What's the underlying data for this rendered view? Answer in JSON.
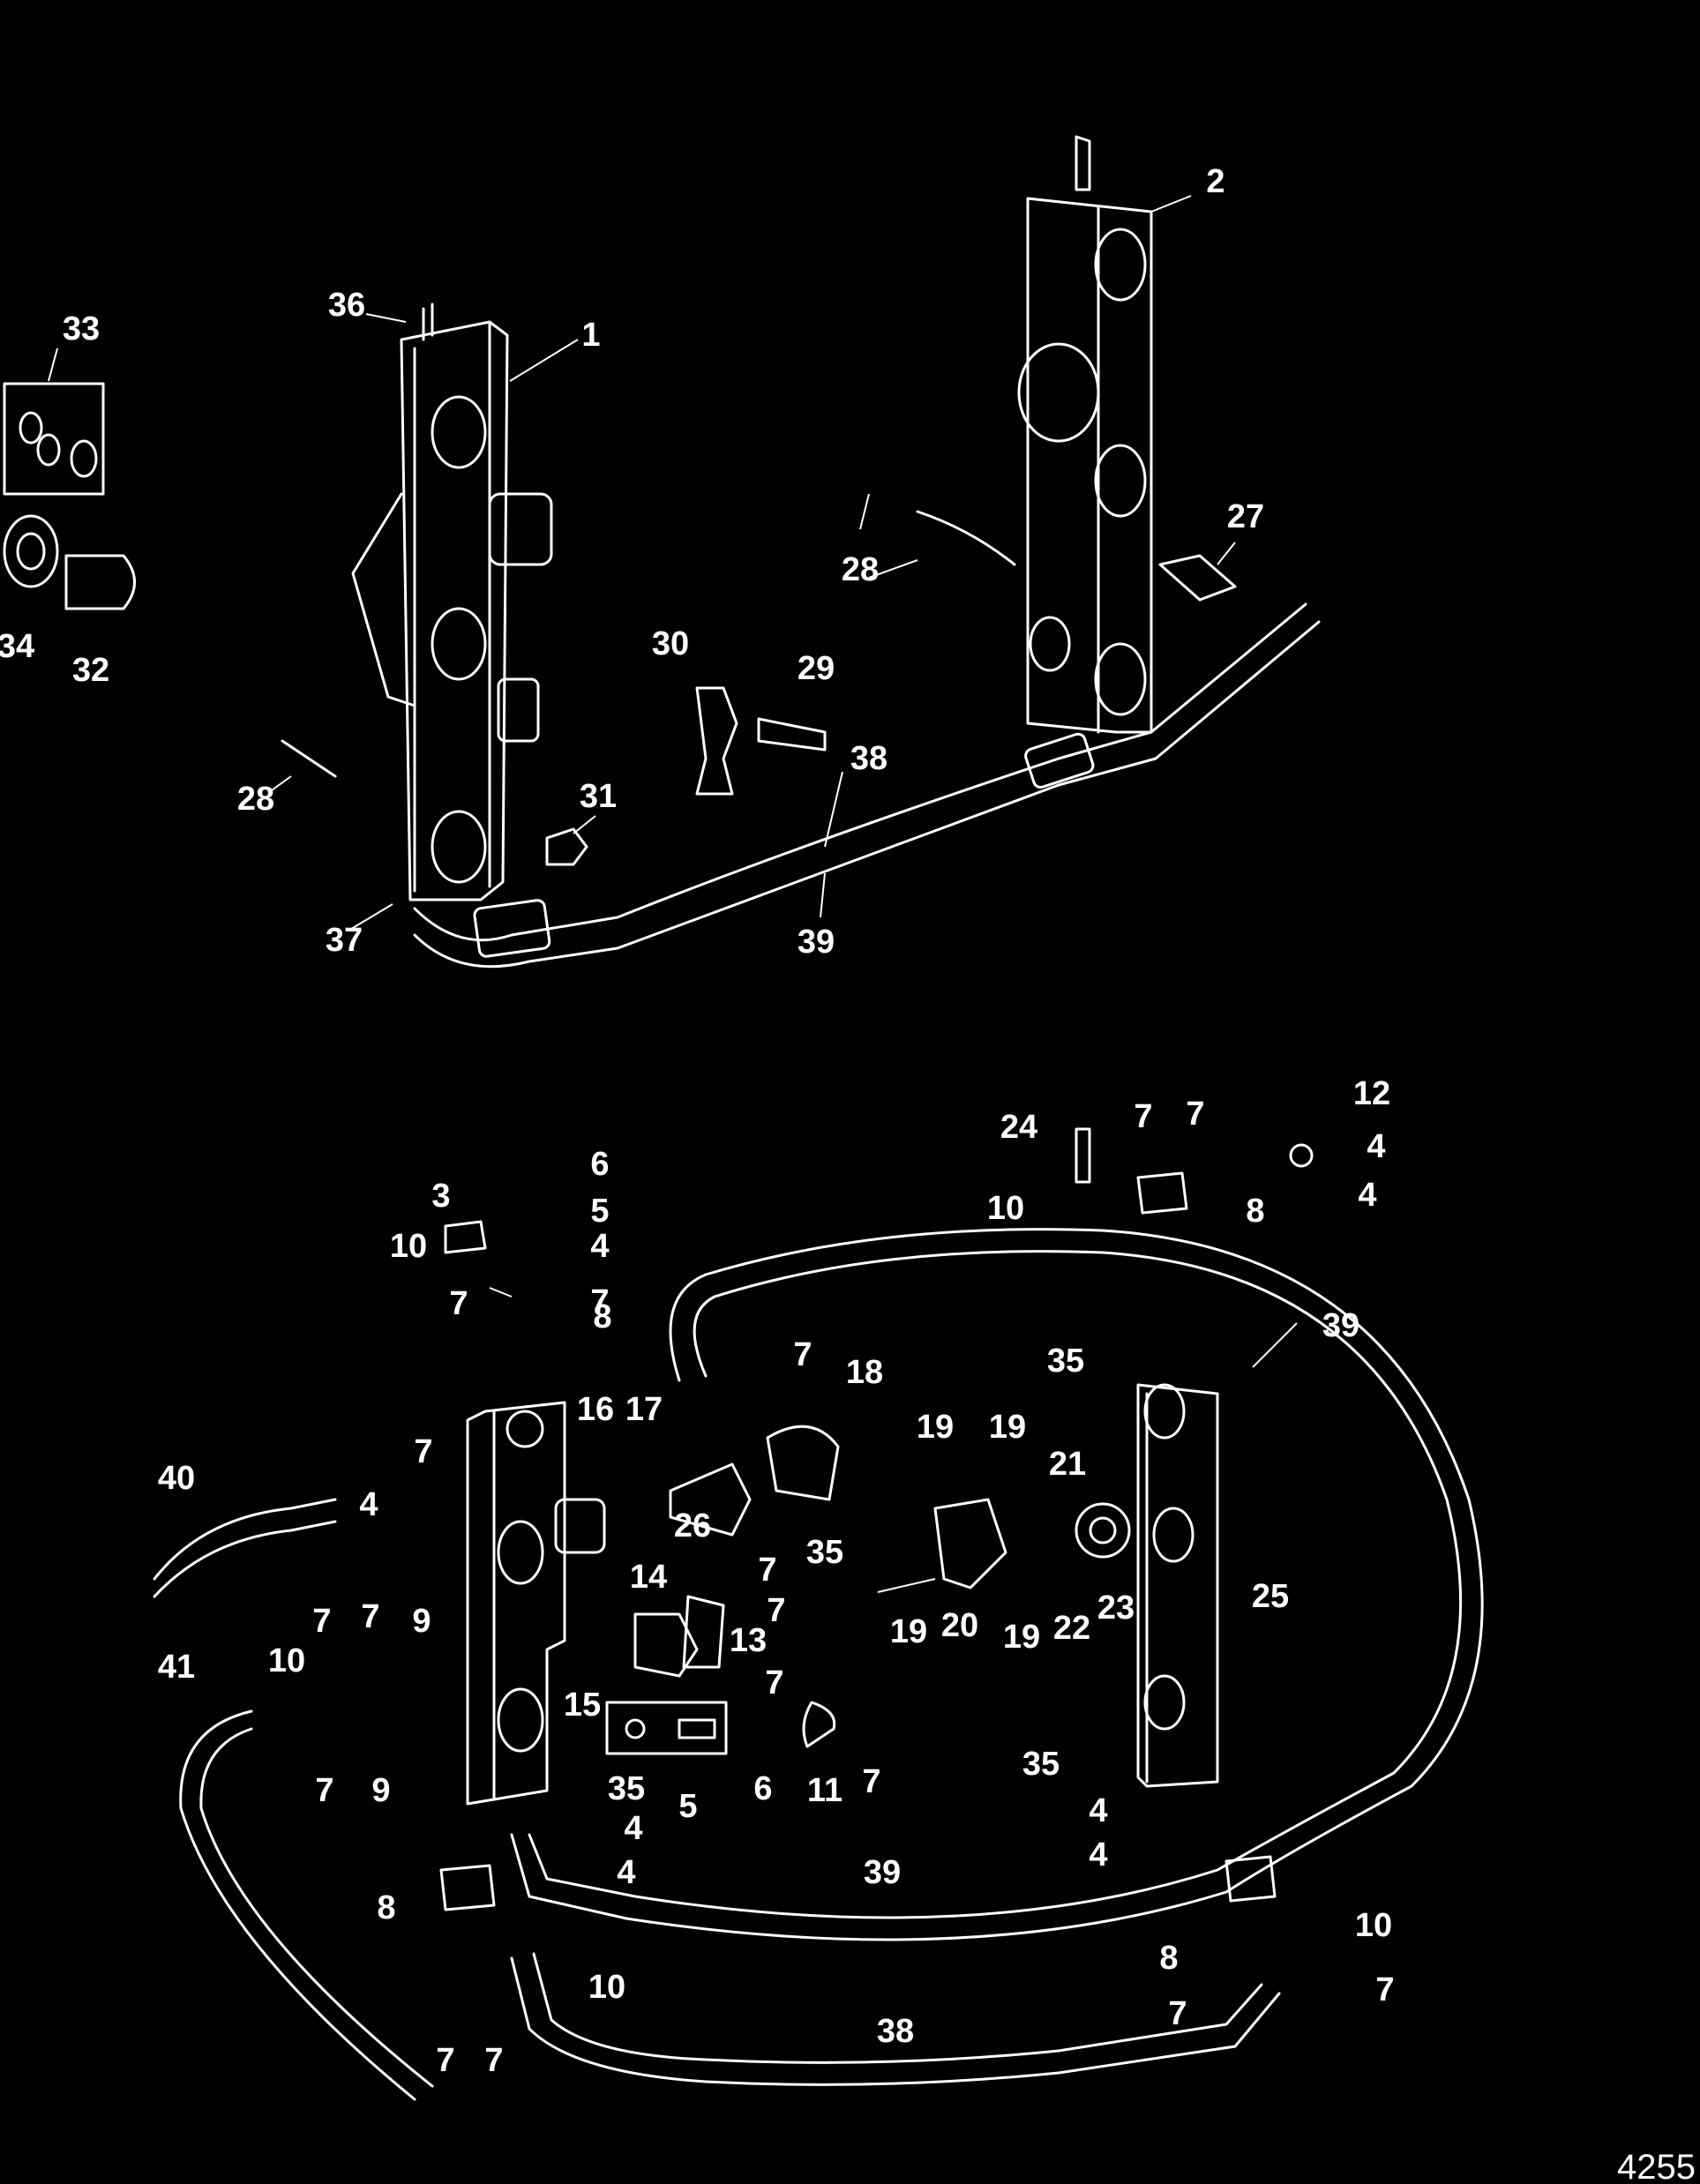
{
  "figure_number": "4255",
  "callouts": {
    "c1": "1",
    "c2": "2",
    "c3": "3",
    "c4a": "4",
    "c4b": "4",
    "c4c": "4",
    "c4d": "4",
    "c4e": "4",
    "c4f": "4",
    "c4g": "4",
    "c4h": "4",
    "c5a": "5",
    "c5b": "5",
    "c6a": "6",
    "c6b": "6",
    "c7a": "7",
    "c7b": "7",
    "c7c": "7",
    "c7d": "7",
    "c7e": "7",
    "c7f": "7",
    "c7g": "7",
    "c7h": "7",
    "c7i": "7",
    "c7j": "7",
    "c7k": "7",
    "c7l": "7",
    "c7m": "7",
    "c7n": "7",
    "c7o": "7",
    "c7p": "7",
    "c7q": "7",
    "c8a": "8",
    "c8b": "8",
    "c8c": "8",
    "c8d": "8",
    "c9a": "9",
    "c9b": "9",
    "c10a": "10",
    "c10b": "10",
    "c10c": "10",
    "c10d": "10",
    "c10e": "10",
    "c11": "11",
    "c12": "12",
    "c13": "13",
    "c14": "14",
    "c15": "15",
    "c16": "16",
    "c17": "17",
    "c18": "18",
    "c19a": "19",
    "c19b": "19",
    "c19c": "19",
    "c19d": "19",
    "c20": "20",
    "c21": "21",
    "c22": "22",
    "c23": "23",
    "c24": "24",
    "c25": "25",
    "c26": "26",
    "c27": "27",
    "c28a": "28",
    "c28b": "28",
    "c29": "29",
    "c30": "30",
    "c31": "31",
    "c32": "32",
    "c33": "33",
    "c34": "34",
    "c35a": "35",
    "c35b": "35",
    "c35c": "35",
    "c35d": "35",
    "c36": "36",
    "c37": "37",
    "c38a": "38",
    "c38b": "38",
    "c39a": "39",
    "c39b": "39",
    "c39c": "39",
    "c40": "40",
    "c41": "41"
  }
}
